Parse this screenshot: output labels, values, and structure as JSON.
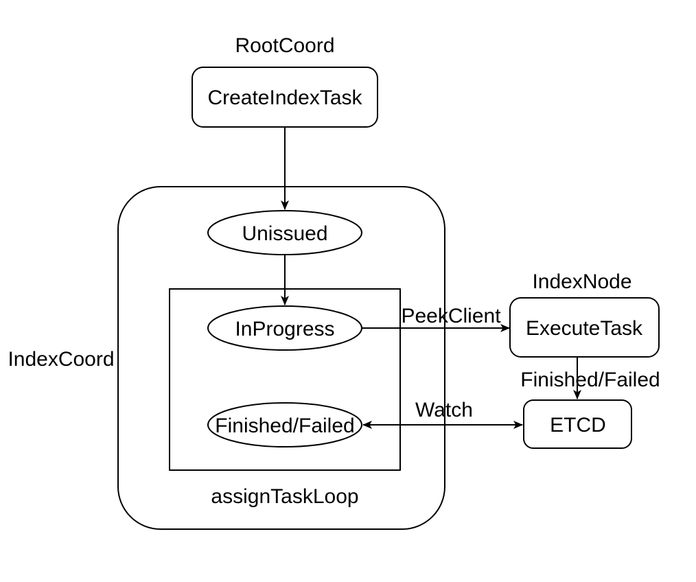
{
  "appearance": {
    "background_color": "#ffffff",
    "stroke_color": "#000000",
    "text_color": "#000000"
  },
  "diagram": {
    "groups": {
      "root_coord": "RootCoord",
      "index_coord": "IndexCoord",
      "index_node": "IndexNode",
      "assign_task_loop": "assignTaskLoop"
    },
    "nodes": {
      "create_index_task": "CreateIndexTask",
      "unissued": "Unissued",
      "in_progress": "InProgress",
      "finished_failed": "Finished/Failed",
      "execute_task": "ExecuteTask",
      "etcd": "ETCD"
    },
    "edge_labels": {
      "peek_client": "PeekClient",
      "finished_failed": "Finished/Failed",
      "watch": "Watch"
    }
  }
}
